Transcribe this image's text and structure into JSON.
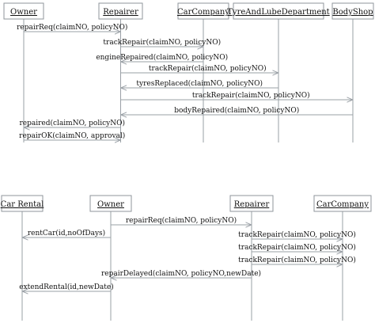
{
  "diagram_1": {
    "participants": [
      {
        "id": "owner",
        "label": "Owner"
      },
      {
        "id": "repairer",
        "label": "Repairer"
      },
      {
        "id": "carcompany",
        "label": "CarCompany"
      },
      {
        "id": "tyre",
        "label": "TyreAndLubeDepartment"
      },
      {
        "id": "bodyshop",
        "label": "BodyShop"
      }
    ],
    "messages": [
      {
        "from": "owner",
        "to": "repairer",
        "label": "repairReq(claimNO, policyNO)"
      },
      {
        "from": "repairer",
        "to": "carcompany",
        "label": "trackRepair(claimNO, policyNO)"
      },
      {
        "from": "carcompany",
        "to": "repairer",
        "label": "engineRepaired(claimNO, policyNO)"
      },
      {
        "from": "repairer",
        "to": "tyre",
        "label": "trackRepair(claimNO, policyNO)"
      },
      {
        "from": "tyre",
        "to": "repairer",
        "label": "tyresReplaced(claimNO, policyNO)"
      },
      {
        "from": "repairer",
        "to": "bodyshop",
        "label": "trackRepair(claimNO, policyNO)"
      },
      {
        "from": "bodyshop",
        "to": "repairer",
        "label": "bodyRepaired(claimNO, policyNO)"
      },
      {
        "from": "repairer",
        "to": "owner",
        "label": "repaired(claimNO, policyNO)"
      },
      {
        "from": "owner",
        "to": "repairer",
        "label": "repairOK(claimNO, approval)"
      }
    ]
  },
  "diagram_2": {
    "participants": [
      {
        "id": "carrental",
        "label": "Car Rental"
      },
      {
        "id": "owner",
        "label": "Owner"
      },
      {
        "id": "repairer",
        "label": "Repairer"
      },
      {
        "id": "carcompany",
        "label": "CarCompany"
      }
    ],
    "messages": [
      {
        "from": "owner",
        "to": "repairer",
        "label": "repairReq(claimNO, policyNO)"
      },
      {
        "from": "owner",
        "to": "carrental",
        "label": "rentCar(id,noOfDays)"
      },
      {
        "from": "repairer",
        "to": "carcompany",
        "label": "trackRepair(claimNO, policyNO)"
      },
      {
        "from": "repairer",
        "to": "carcompany",
        "label": "trackRepair(claimNO, policyNO)"
      },
      {
        "from": "repairer",
        "to": "carcompany",
        "label": "trackRepair(claimNO, policyNO)"
      },
      {
        "from": "repairer",
        "to": "owner",
        "label": "repairDelayed(claimNO, policyNO,newDate)"
      },
      {
        "from": "owner",
        "to": "carrental",
        "label": "extendRental(id,newDate)"
      }
    ]
  },
  "colors": {
    "line": "#9aa0a6",
    "box_border": "#8f959b",
    "text": "#111111"
  }
}
